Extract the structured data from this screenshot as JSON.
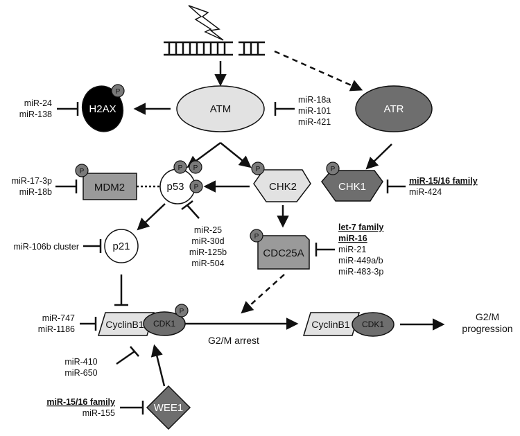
{
  "nodes": {
    "h2ax": "H2AX",
    "atm": "ATM",
    "atr": "ATR",
    "mdm2": "MDM2",
    "p53": "p53",
    "chk2": "CHK2",
    "chk1": "CHK1",
    "p21": "p21",
    "cdc25a": "CDC25A",
    "cyclinb1": "CyclinB1",
    "cdk1": "CDK1",
    "cyclinb1_2": "CyclinB1",
    "cdk1_2": "CDK1",
    "wee1": "WEE1"
  },
  "phospho_label": "P",
  "mirnas": {
    "h2ax": [
      "miR-24",
      "miR-138"
    ],
    "atm": [
      "miR-18a",
      "miR-101",
      "miR-421"
    ],
    "mdm2": [
      "miR-17-3p",
      "miR-18b"
    ],
    "chk1": [
      "miR-15/16 family",
      "miR-424"
    ],
    "p53": [
      "miR-25",
      "miR-30d",
      "miR-125b",
      "miR-504"
    ],
    "cdc25a": [
      "let-7 family",
      "miR-16",
      "miR-21",
      "miR-449a/b",
      "miR-483-3p"
    ],
    "p21": [
      "miR-106b cluster"
    ],
    "cyclinb1": [
      "miR-747",
      "miR-1186"
    ],
    "cdk1": [
      "miR-410",
      "miR-650"
    ],
    "wee1": [
      "miR-15/16 family",
      "miR-155"
    ]
  },
  "outcomes": {
    "arrest": "G2/M arrest",
    "progression_1": "G2/M",
    "progression_2": "progression"
  },
  "colors": {
    "dark_node": "#6e6e6e",
    "light_node": "#e2e2e2",
    "mid_node": "#9a9a9a",
    "black_node": "#000000",
    "phospho": "#7a7a7a"
  }
}
